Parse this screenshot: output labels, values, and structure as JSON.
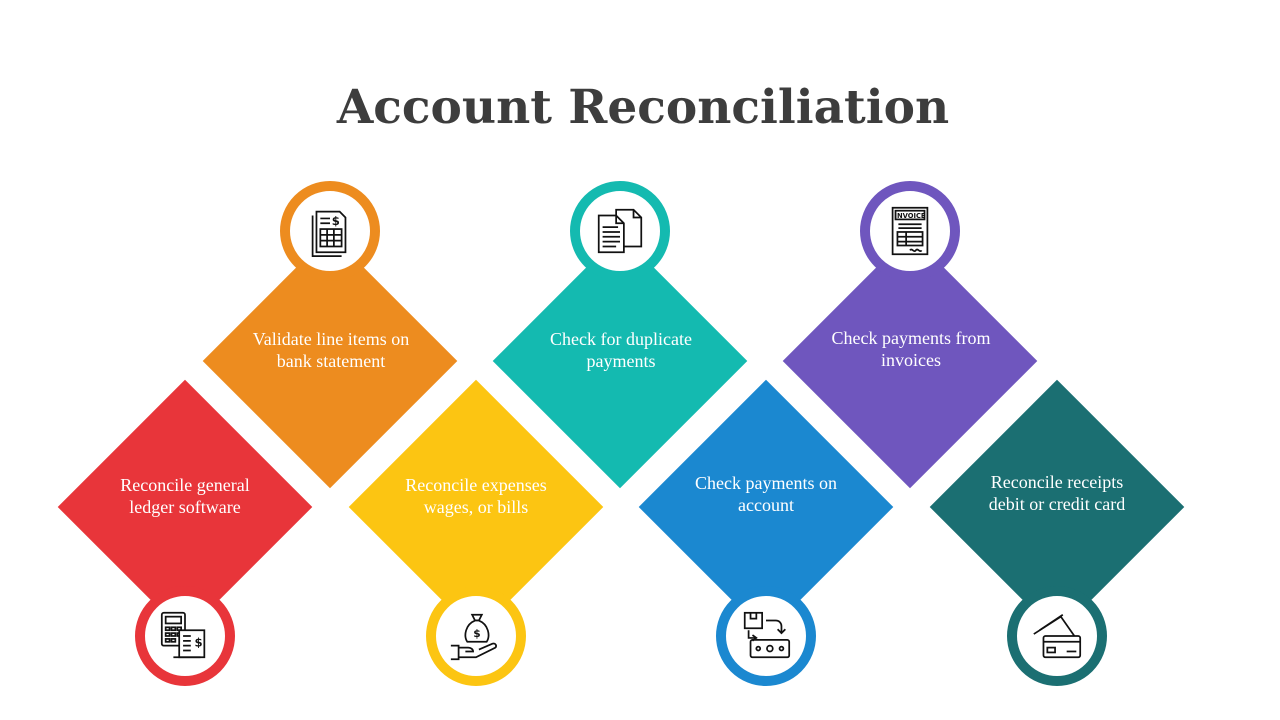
{
  "title": "Account Reconciliation",
  "steps": [
    {
      "label": "Reconcile general ledger software",
      "color": "#e8353a",
      "icon": "calculator-receipt-icon"
    },
    {
      "label": "Validate line items on bank statement",
      "color": "#ed8c1f",
      "icon": "bank-statement-icon"
    },
    {
      "label": "Reconcile expenses wages, or bills",
      "color": "#fcc512",
      "icon": "money-bag-hand-icon"
    },
    {
      "label": "Check for duplicate payments",
      "color": "#14bab0",
      "icon": "duplicate-documents-icon"
    },
    {
      "label": "Check payments on account",
      "color": "#1b88d0",
      "icon": "payment-transfer-icon"
    },
    {
      "label": "Check payments from invoices",
      "color": "#6f56be",
      "icon": "invoice-icon"
    },
    {
      "label": "Reconcile receipts debit or credit card",
      "color": "#1b6f72",
      "icon": "credit-card-icon"
    }
  ],
  "invoice_icon_text": "INVOICE"
}
